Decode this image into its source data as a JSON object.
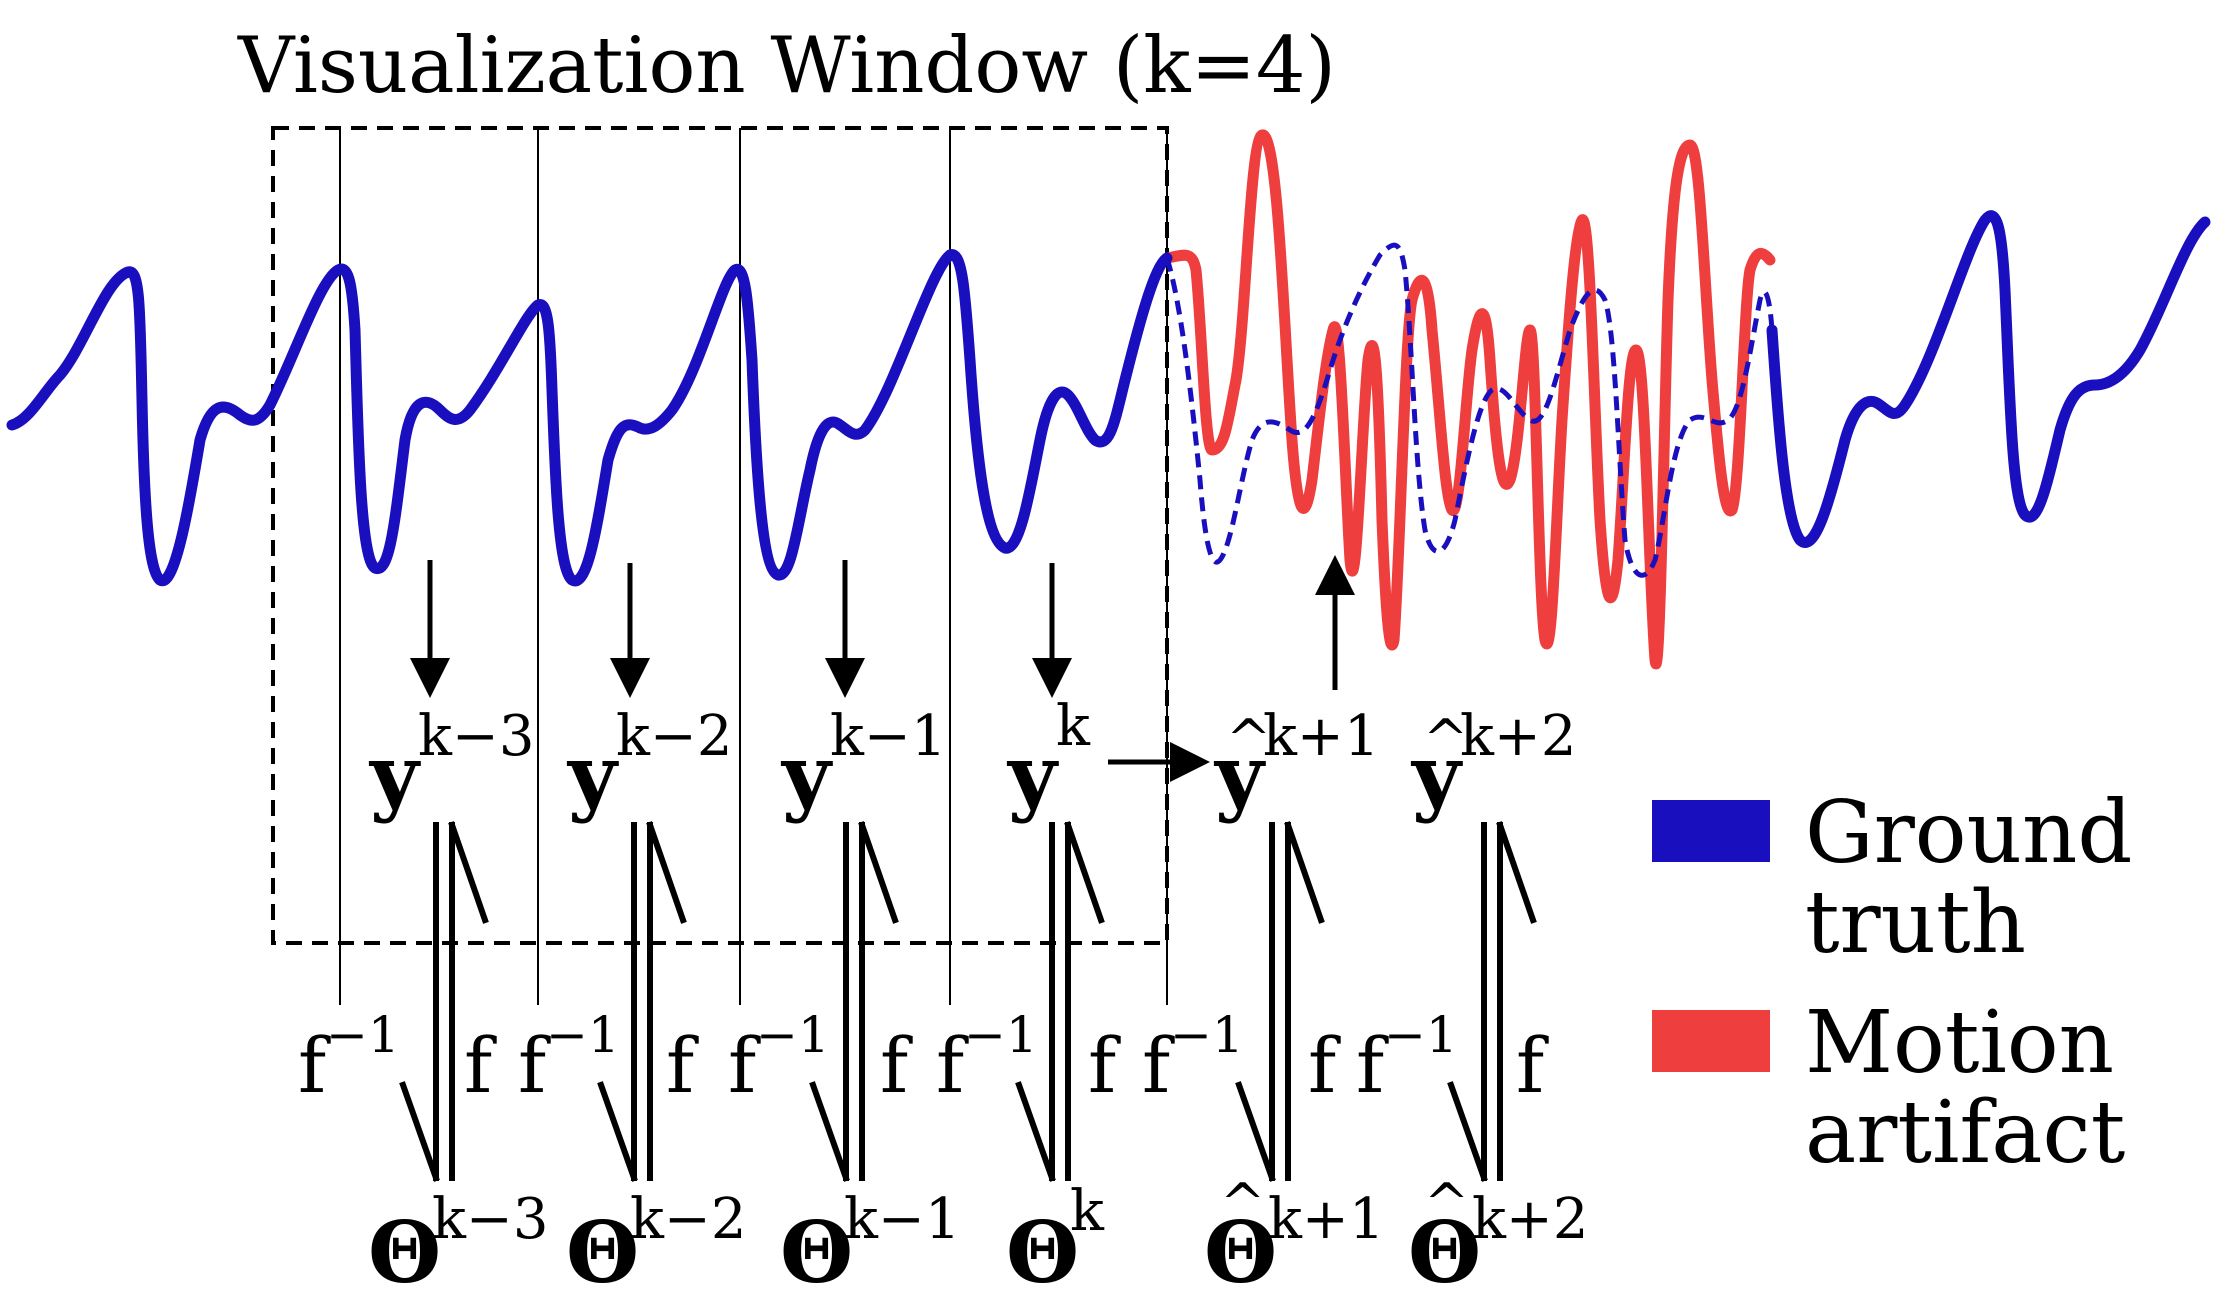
{
  "title": "Visualization Window (k=4)",
  "colors": {
    "ground_truth": "#1a0fbf",
    "motion_artifact": "#ee3e3e",
    "ink": "#000000"
  },
  "legend": [
    {
      "lines": [
        "Ground",
        "truth"
      ],
      "color": "#1a0fbf"
    },
    {
      "lines": [
        "Motion",
        "artifact"
      ],
      "color": "#ee3e3e"
    }
  ],
  "observations": [
    {
      "symbol": "y",
      "hat": false,
      "sup": "k−3"
    },
    {
      "symbol": "y",
      "hat": false,
      "sup": "k−2"
    },
    {
      "symbol": "y",
      "hat": false,
      "sup": "k−1"
    },
    {
      "symbol": "y",
      "hat": false,
      "sup": "k"
    },
    {
      "symbol": "y",
      "hat": true,
      "sup": "k+1"
    },
    {
      "symbol": "y",
      "hat": true,
      "sup": "k+2"
    }
  ],
  "states": [
    {
      "symbol": "Θ",
      "hat": false,
      "sup": "k−3"
    },
    {
      "symbol": "Θ",
      "hat": false,
      "sup": "k−2"
    },
    {
      "symbol": "Θ",
      "hat": false,
      "sup": "k−1"
    },
    {
      "symbol": "Θ",
      "hat": false,
      "sup": "k"
    },
    {
      "symbol": "Θ",
      "hat": true,
      "sup": "k+1"
    },
    {
      "symbol": "Θ",
      "hat": true,
      "sup": "k+2"
    }
  ],
  "transforms": {
    "inverse": {
      "base": "f",
      "sup": "−1"
    },
    "forward": "f"
  },
  "hat_glyph": "^"
}
